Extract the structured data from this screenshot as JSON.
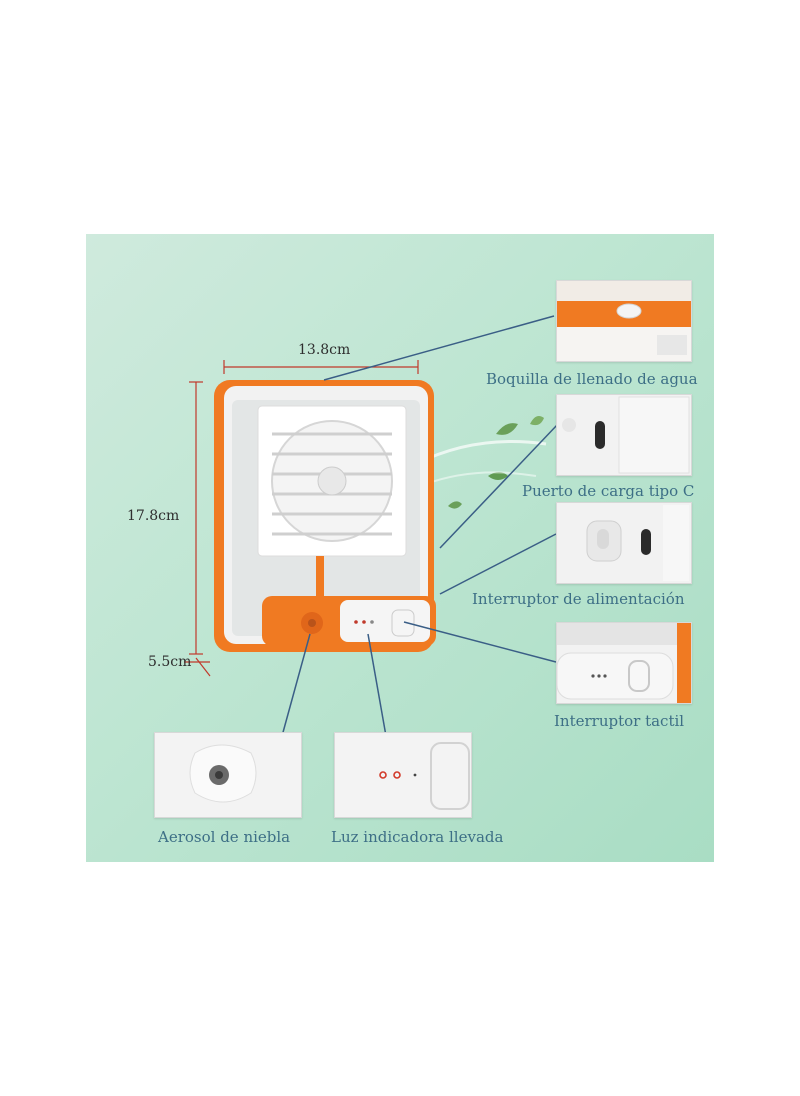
{
  "dimensions": {
    "width": "13.8cm",
    "height": "17.8cm",
    "depth": "5.5cm"
  },
  "callouts": [
    {
      "id": "water-fill-nozzle",
      "label": "Boquilla de llenado de agua"
    },
    {
      "id": "type-c-port",
      "label": "Puerto de carga tipo C"
    },
    {
      "id": "power-switch",
      "label": "Interruptor de alimentación"
    },
    {
      "id": "touch-switch",
      "label": "Interruptor tactil"
    },
    {
      "id": "mist-spray",
      "label": "Aerosol de niebla"
    },
    {
      "id": "led-indicator",
      "label": "Luz indicadora llevada"
    }
  ],
  "colors": {
    "accent_orange": "#f07a22",
    "label_text": "#3d6f86",
    "background_mint": "#bfe6d3",
    "leader_line": "#3a5e86"
  }
}
